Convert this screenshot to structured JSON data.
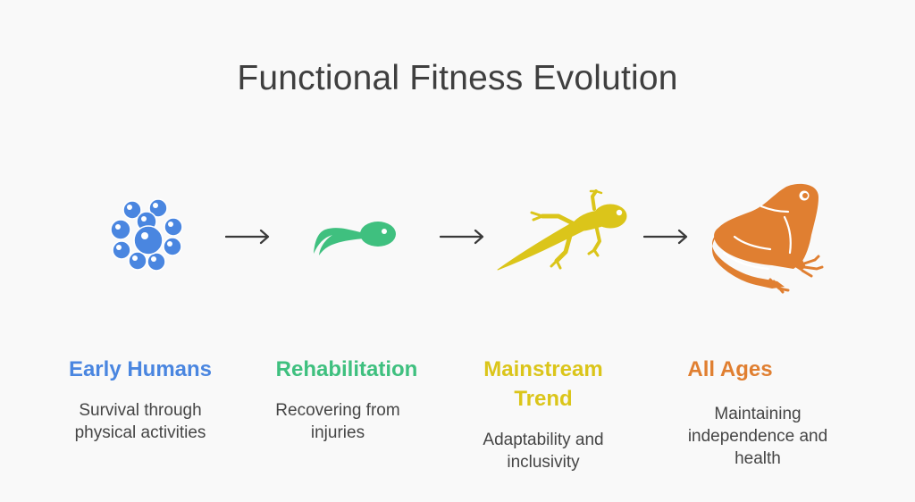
{
  "title": "Functional Fitness Evolution",
  "colors": {
    "early": "#4a86e0",
    "rehab": "#3fc07f",
    "trend": "#dbc51a",
    "ages": "#e07f31",
    "arrow": "#3a3a3a",
    "text": "#454545"
  },
  "stages": [
    {
      "title": "Early Humans",
      "description": "Survival through physical activities",
      "icon": "frog-eggs-icon"
    },
    {
      "title": "Rehabilitation",
      "description": "Recovering from injuries",
      "icon": "tadpole-icon"
    },
    {
      "title": "Mainstream Trend",
      "description": "Adaptability and inclusivity",
      "icon": "froglet-icon"
    },
    {
      "title": "All Ages",
      "description": "Maintaining independence and health",
      "icon": "frog-icon"
    }
  ]
}
